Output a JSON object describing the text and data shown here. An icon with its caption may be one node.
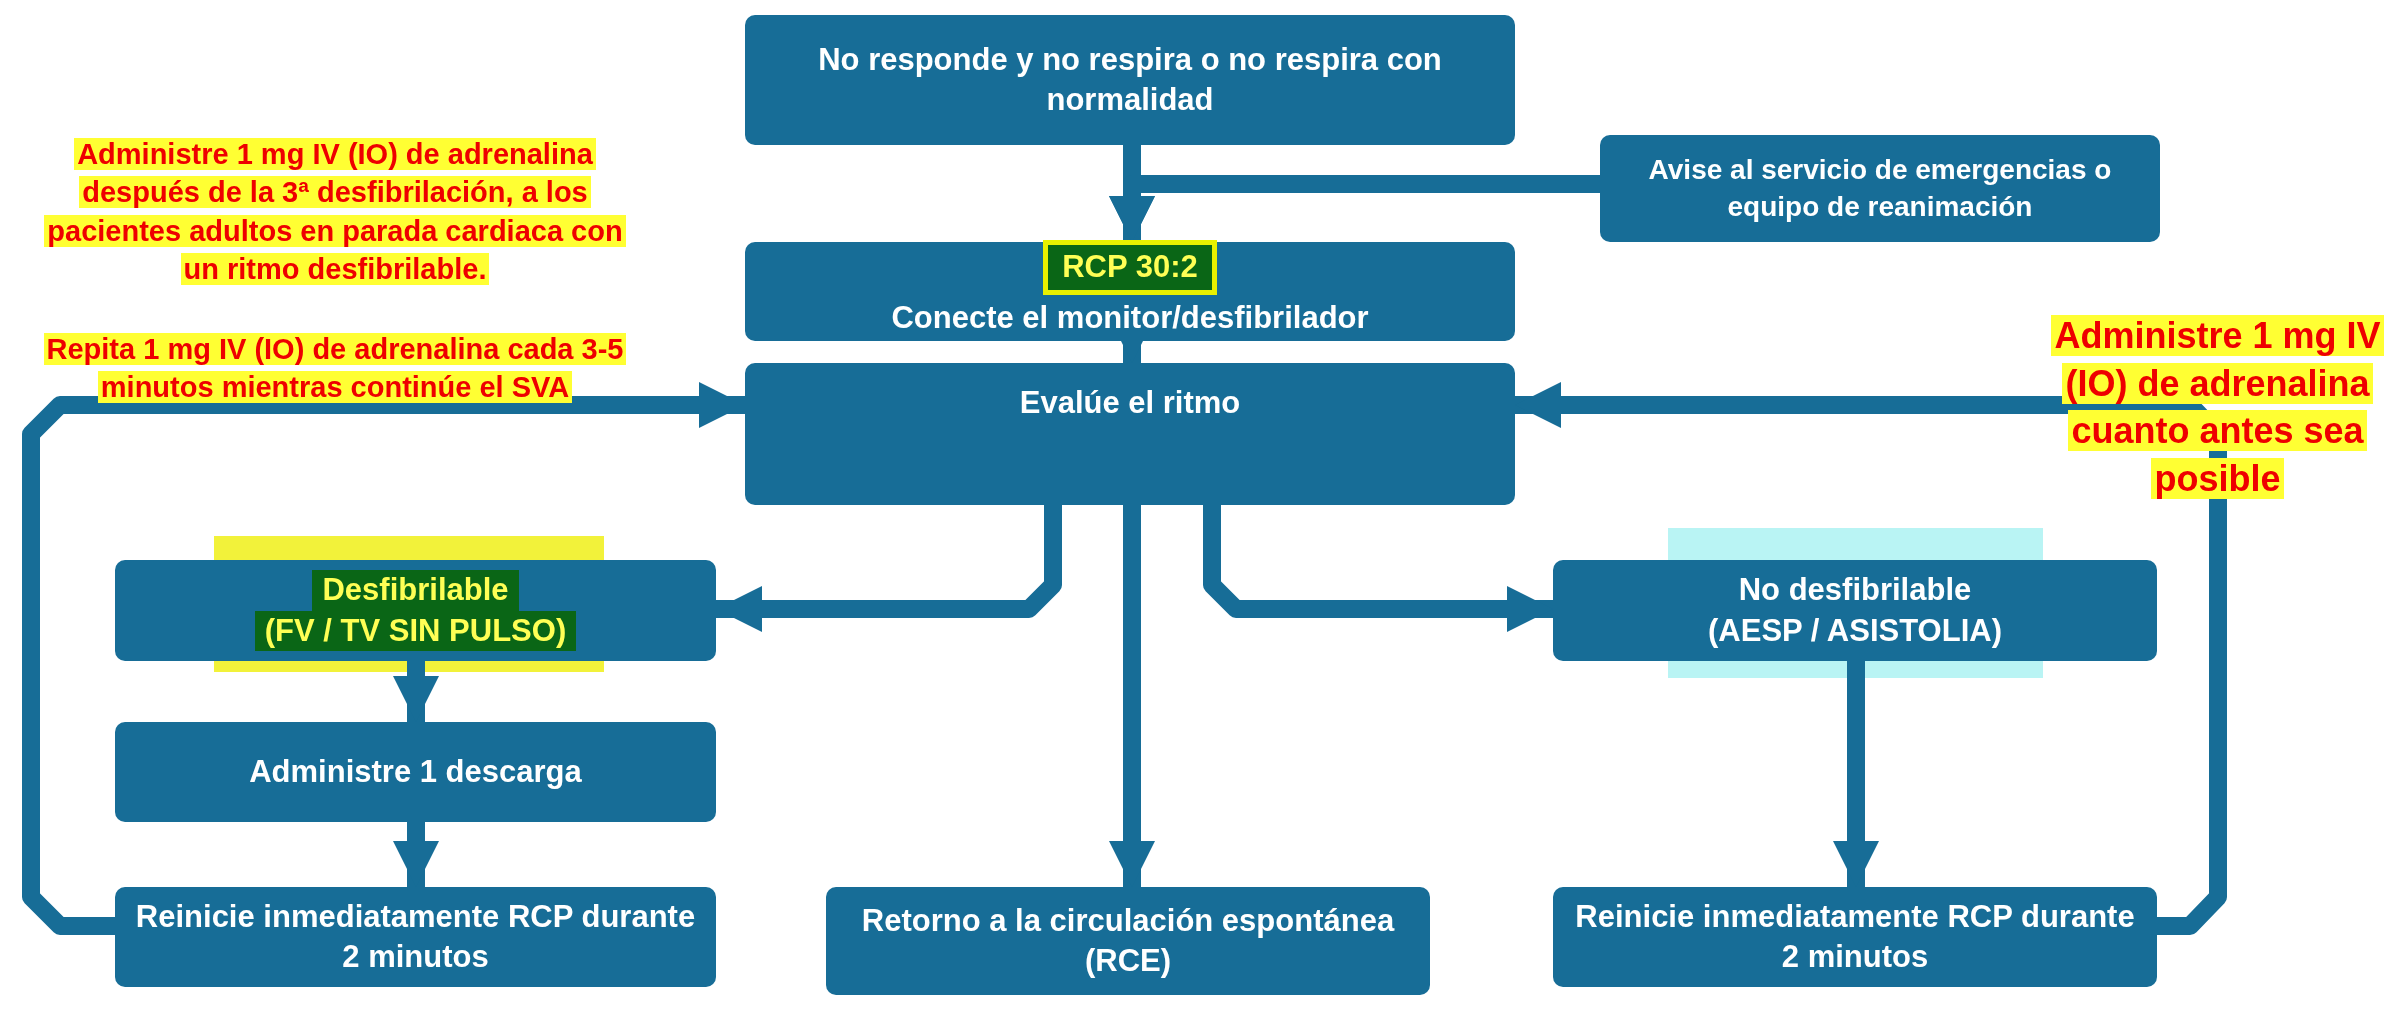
{
  "diagram": {
    "nodes": [
      {
        "text": [
          "No responde y no respira o no respira con normalidad"
        ]
      },
      {
        "text": [
          "Avise al servicio de emergencias o equipo de reanimación"
        ]
      },
      {
        "text": [
          "RCP 30:2",
          "Conecte el monitor/desfibrilador"
        ]
      },
      {
        "text": [
          "Evalúe el ritmo"
        ]
      },
      {
        "text": [
          "Desfibrilable",
          "(FV / TV SIN PULSO)"
        ]
      },
      {
        "text": [
          "Administre 1 descarga"
        ]
      },
      {
        "text": [
          "Reinicie inmediatamente RCP durante 2 minutos"
        ]
      },
      {
        "text": [
          "Retorno a la circulación espontánea (RCE)"
        ]
      },
      {
        "text": [
          "No desfibrilable",
          "(AESP / ASISTOLIA)"
        ]
      },
      {
        "text": [
          "Reinicie inmediatamente RCP durante 2 minutos"
        ]
      }
    ],
    "edges": [
      {
        "from": 0,
        "to": 2,
        "arrow": "to"
      },
      {
        "from": 1,
        "to": 2,
        "arrow": "to"
      },
      {
        "from": 2,
        "to": 3,
        "arrow": "to"
      },
      {
        "from": 3,
        "to": 4,
        "arrow": "to"
      },
      {
        "from": 3,
        "to": 7,
        "arrow": "to"
      },
      {
        "from": 3,
        "to": 8,
        "arrow": "to"
      },
      {
        "from": 4,
        "to": 5,
        "arrow": "to"
      },
      {
        "from": 5,
        "to": 6,
        "arrow": "to"
      },
      {
        "from": 6,
        "to": 3,
        "arrow": "to"
      },
      {
        "from": 8,
        "to": 9,
        "arrow": "to"
      },
      {
        "from": 9,
        "to": 3,
        "arrow": "to"
      }
    ],
    "labels": [
      "Administre 1 mg IV (IO) de adrenalina después de la 3ª desfibrilación, a los pacientes adultos en parada cardiaca con un ritmo desfibrilable.",
      "Repita 1 mg IV (IO) de adrenalina cada 3-5 minutos mientras continúe el SVA",
      "Administre 1 mg IV (IO) de adrenalina cuanto antes sea posible"
    ]
  }
}
